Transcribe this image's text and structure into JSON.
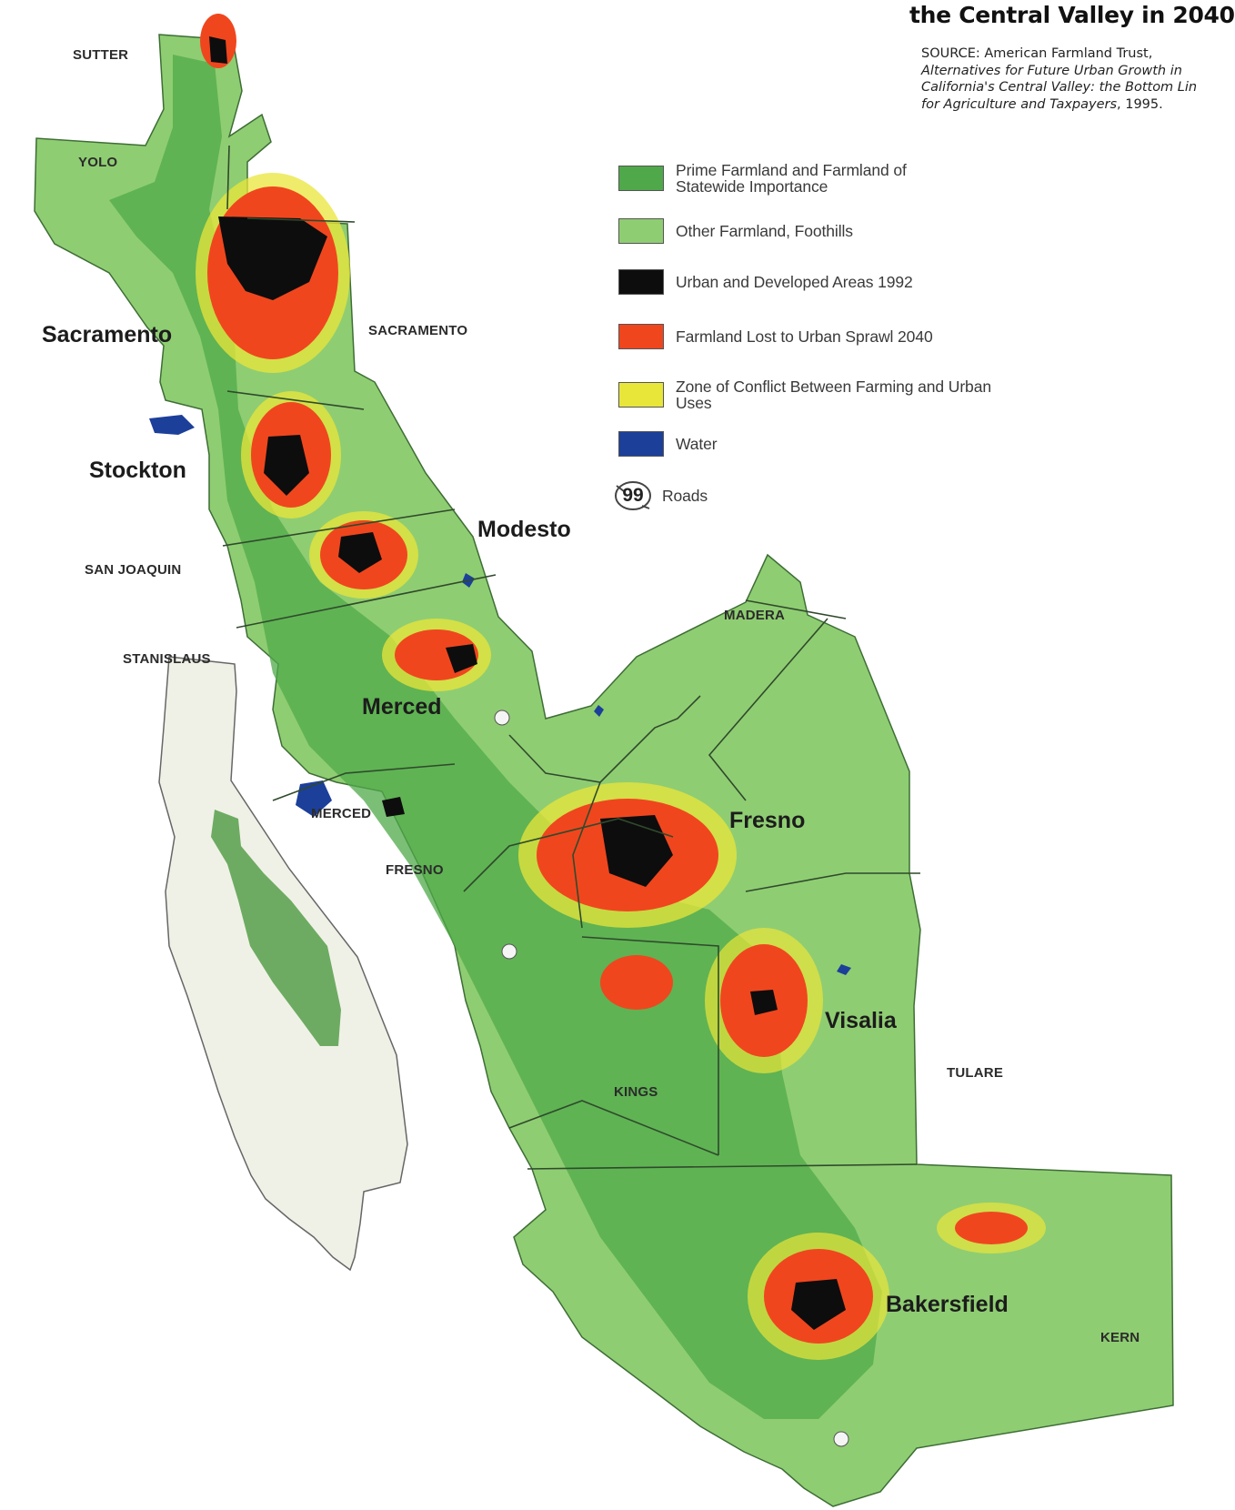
{
  "title": "the Central Valley in 2040",
  "source": {
    "prefix": "SOURCE:  American Farmland Trust,",
    "italic_lines": [
      "Alternatives for Future Urban Growth in",
      "California's Central Valley: the Bottom Lin",
      "for Agriculture and Taxpayers"
    ],
    "year_suffix": ", 1995."
  },
  "legend": {
    "items": [
      {
        "label": "Prime Farmland and Farmland of Statewide Importance",
        "color": "#4fa94a"
      },
      {
        "label": "Other Farmland, Foothills",
        "color": "#8fcd72"
      },
      {
        "label": "Urban and Developed Areas 1992",
        "color": "#0d0d0d"
      },
      {
        "label": "Farmland Lost to Urban Sprawl 2040",
        "color": "#f0461e"
      },
      {
        "label": "Zone of Conflict Between Farming and Urban Uses",
        "color": "#e9e63a"
      },
      {
        "label": "Water",
        "color": "#1c3f9a"
      }
    ],
    "road": {
      "number": "99",
      "label": "Roads"
    }
  },
  "counties": [
    "SUTTER",
    "YOLO",
    "SACRAMENTO",
    "SAN JOAQUIN",
    "STANISLAUS",
    "MADERA",
    "MERCED",
    "FRESNO",
    "KINGS",
    "TULARE",
    "KERN"
  ],
  "cities": [
    "Sacramento",
    "Stockton",
    "Modesto",
    "Merced",
    "Fresno",
    "Visalia",
    "Bakersfield"
  ],
  "colors": {
    "prime_farmland": "#4fa94a",
    "other_farmland": "#8fcd72",
    "urban": "#0d0d0d",
    "sprawl": "#f0461e",
    "conflict": "#e9e63a",
    "water": "#1c3f9a",
    "inset_state": "#f0f1e6",
    "inset_valley": "#6dab62"
  }
}
